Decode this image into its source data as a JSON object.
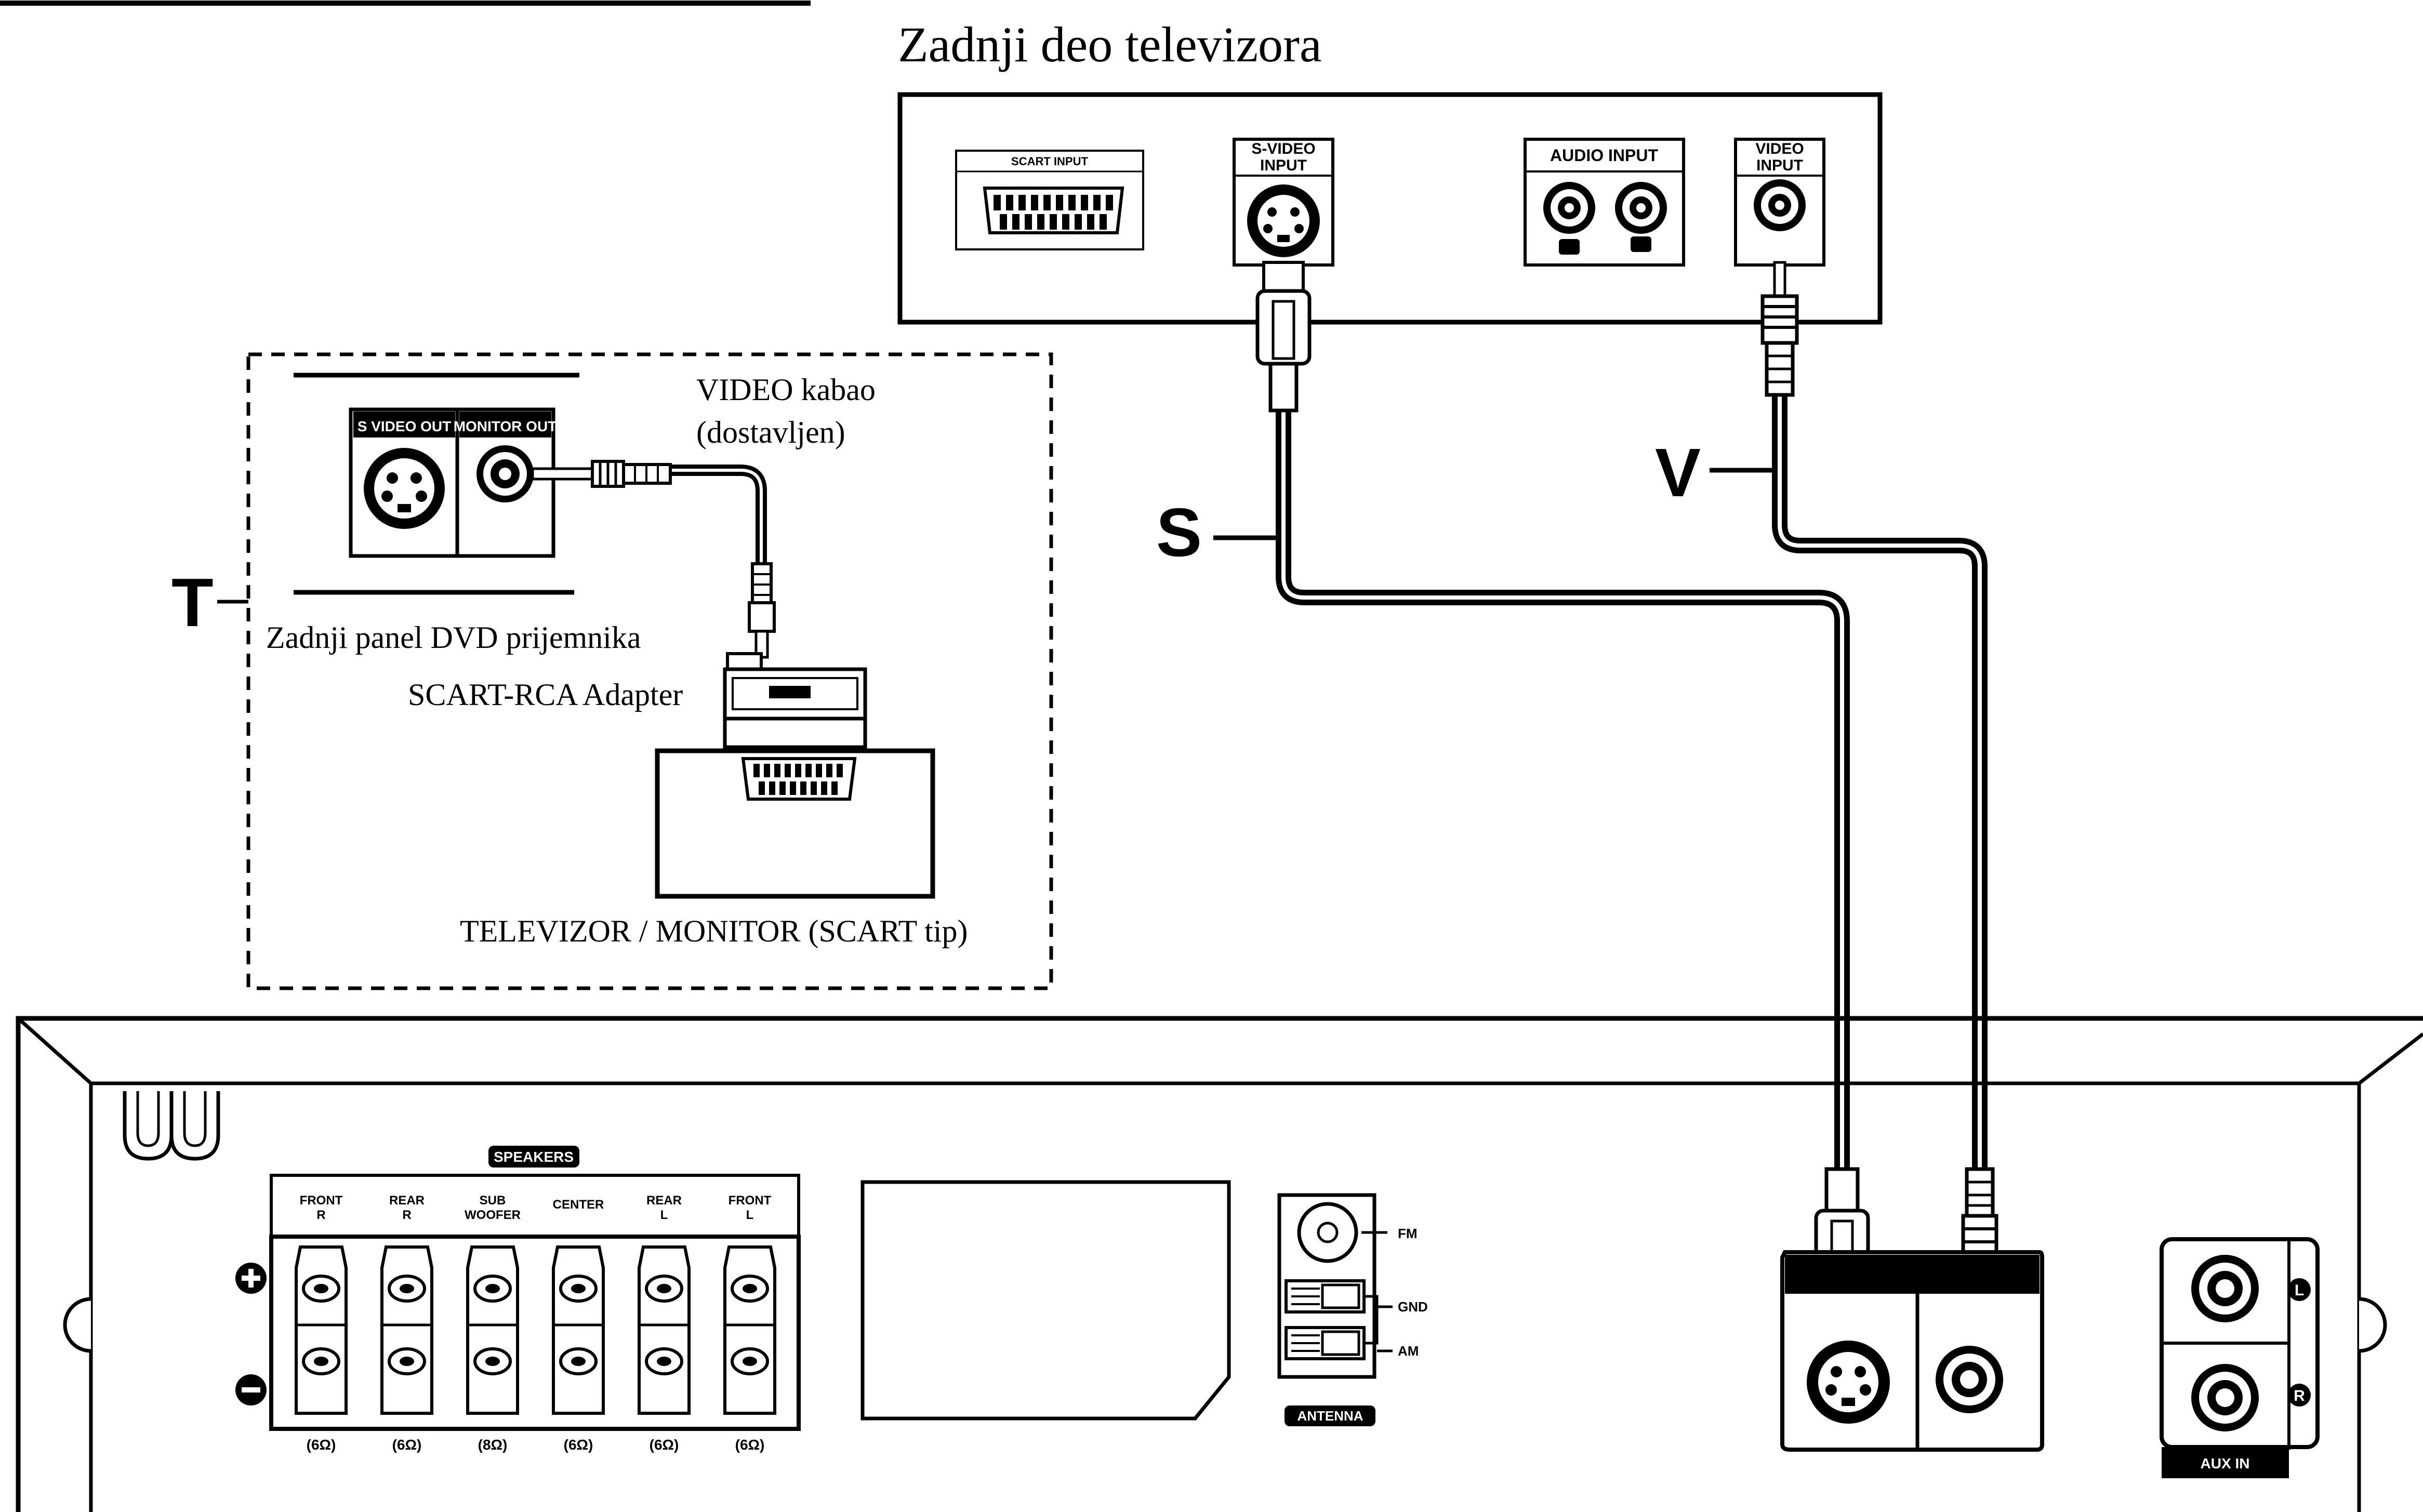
{
  "labels": {
    "tv_back": "Zadnji deo televizora",
    "video_cable": "VIDEO kabao",
    "video_cable_sub": "(dostavljen)",
    "dvd_back_panel": "Zadnji panel DVD prijemnika",
    "scart_adapter": "SCART-RCA Adapter",
    "tv_monitor_scart": "TELEVIZOR / MONITOR (SCART tip)",
    "letter_t": "T",
    "letter_s": "S",
    "letter_v": "V"
  },
  "tv_ports": {
    "scart_input": "SCART INPUT",
    "svideo_input_1": "S-VIDEO",
    "svideo_input_2": "INPUT",
    "audio_input": "AUDIO INPUT",
    "video_input_1": "VIDEO",
    "video_input_2": "INPUT"
  },
  "inset_ports": {
    "svideo_out": "S VIDEO OUT",
    "monitor_out": "MONITOR OUT"
  },
  "receiver": {
    "speakers": "SPEAKERS",
    "antenna": "ANTENNA",
    "fm": "FM",
    "gnd": "GND",
    "am": "AM",
    "aux_in": "AUX IN",
    "aux_l": "L",
    "aux_r": "R",
    "speaker_channels": [
      {
        "l1": "FRONT",
        "l2": "R",
        "ohm": "(6Ω)"
      },
      {
        "l1": "REAR",
        "l2": "R",
        "ohm": "(6Ω)"
      },
      {
        "l1": "SUB",
        "l2": "WOOFER",
        "ohm": "(8Ω)"
      },
      {
        "l1": "CENTER",
        "l2": "",
        "ohm": "(6Ω)"
      },
      {
        "l1": "REAR",
        "l2": "L",
        "ohm": "(6Ω)"
      },
      {
        "l1": "FRONT",
        "l2": "L",
        "ohm": "(6Ω)"
      }
    ]
  }
}
